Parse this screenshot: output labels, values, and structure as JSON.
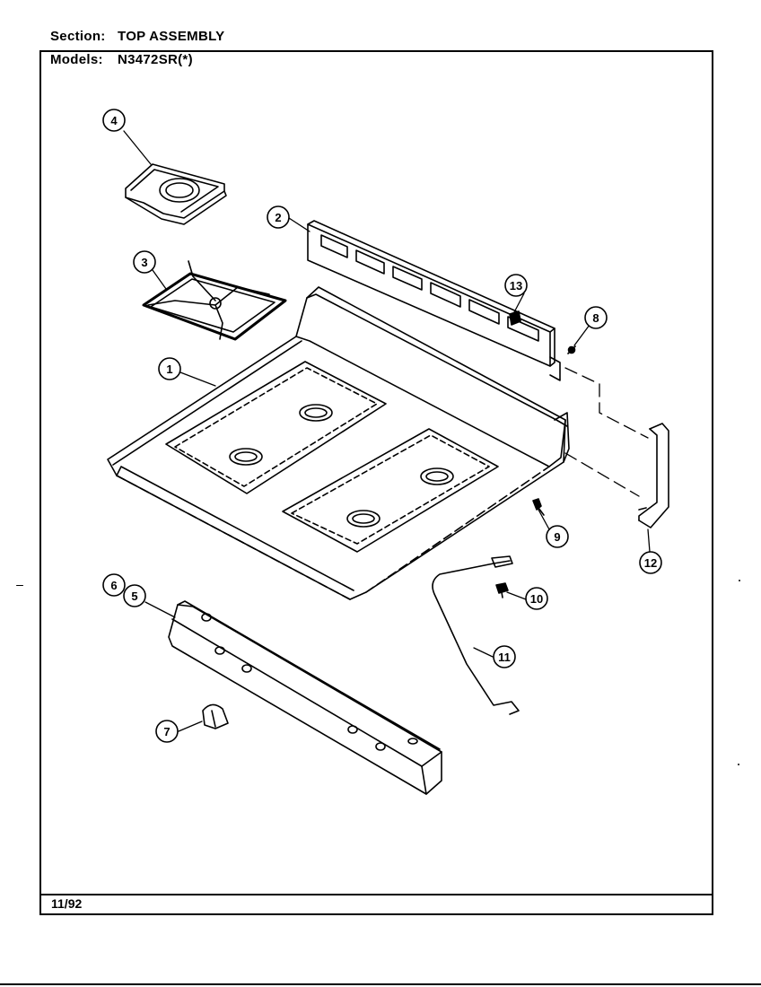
{
  "header": {
    "section_label": "Section:",
    "section_value": "TOP ASSEMBLY",
    "models_label": "Models:",
    "models_value": "N3472SR(*)"
  },
  "footer": {
    "date_code": "11/92"
  },
  "callouts": [
    {
      "id": "1",
      "label": "1"
    },
    {
      "id": "2",
      "label": "2"
    },
    {
      "id": "3",
      "label": "3"
    },
    {
      "id": "4",
      "label": "4"
    },
    {
      "id": "5",
      "label": "5"
    },
    {
      "id": "6",
      "label": "6"
    },
    {
      "id": "7",
      "label": "7"
    },
    {
      "id": "8",
      "label": "8"
    },
    {
      "id": "9",
      "label": "9"
    },
    {
      "id": "10",
      "label": "10"
    },
    {
      "id": "11",
      "label": "11"
    },
    {
      "id": "12",
      "label": "12"
    },
    {
      "id": "13",
      "label": "13"
    }
  ],
  "colors": {
    "ink": "#000000",
    "paper": "#ffffff"
  }
}
